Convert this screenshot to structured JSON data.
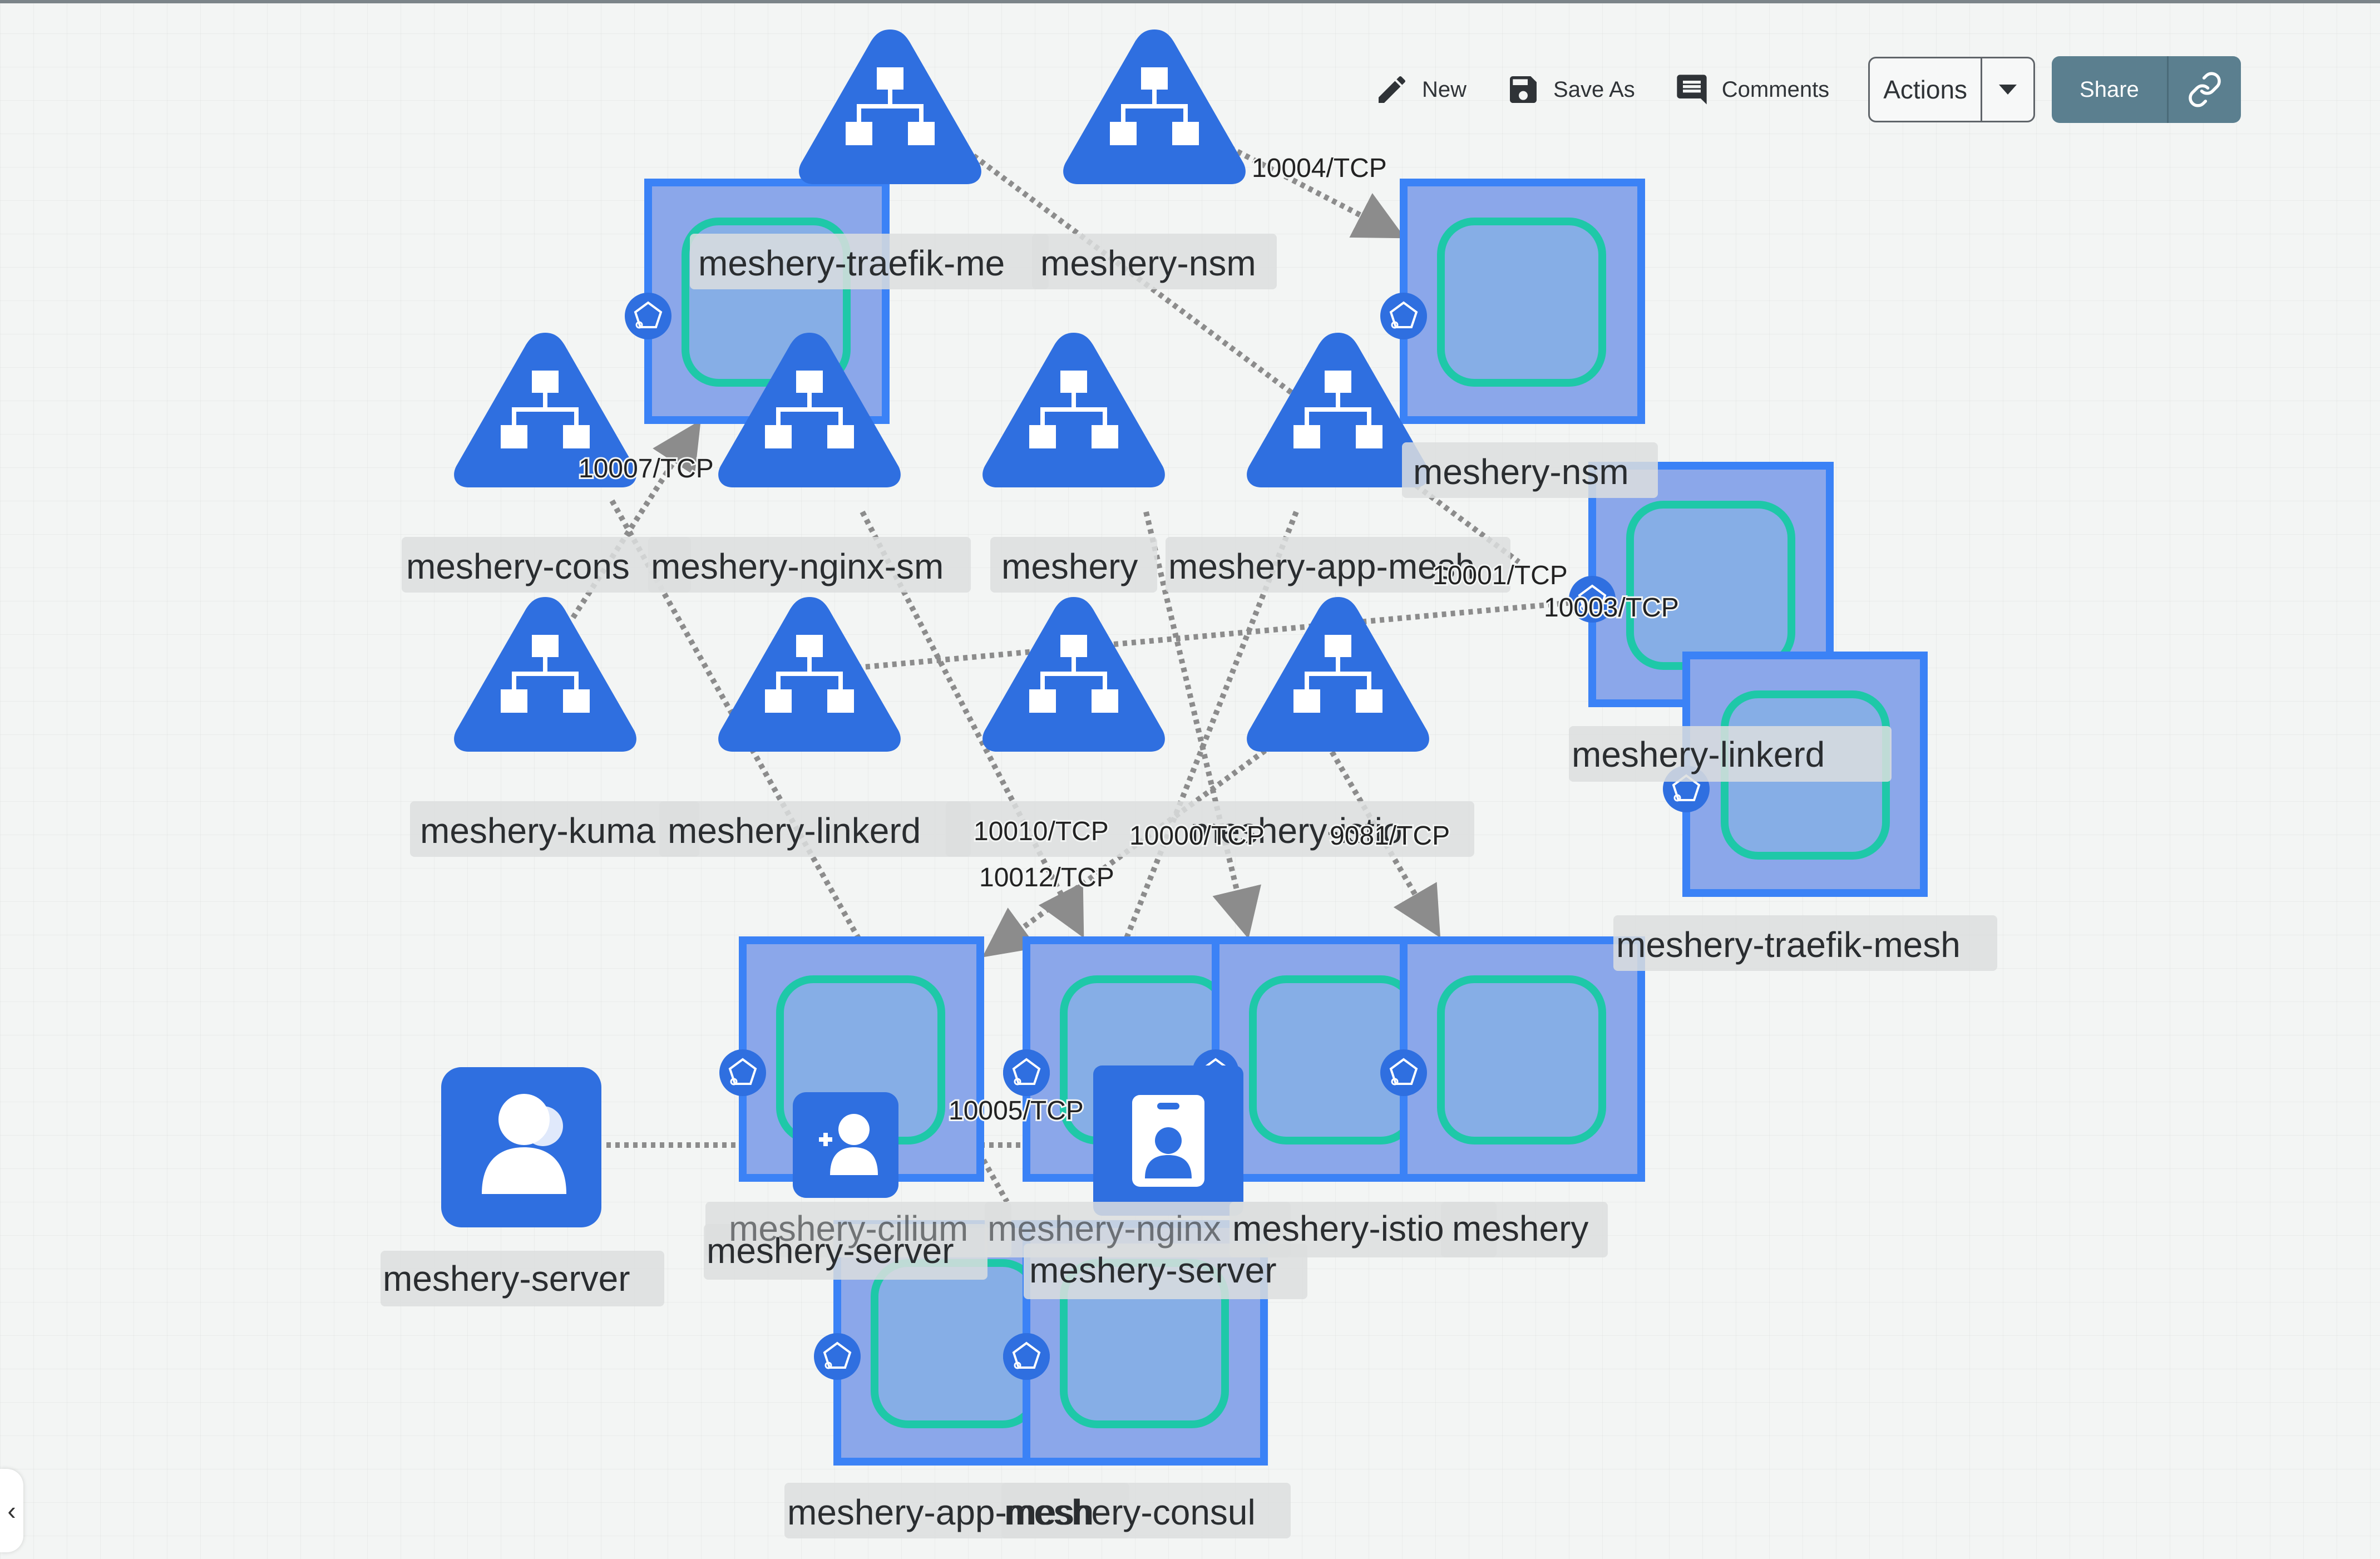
{
  "toolbar": {
    "new_label": "New",
    "save_as_label": "Save As",
    "comments_label": "Comments",
    "actions_label": "Actions",
    "share_label": "Share",
    "icons": [
      "pencil-icon",
      "save-icon",
      "comment-icon",
      "chevron-down-icon",
      "link-icon"
    ]
  },
  "colors": {
    "node_blue": "#2f6fe0",
    "container_fill": "#8ba7ea",
    "container_border": "#3b82f6",
    "pod_border": "#1ec8a8",
    "edge": "#8c8c8c",
    "label_bg": "#dcdede"
  },
  "service_labels": [
    "meshery-traefik-me",
    "meshery-nsm",
    "meshery-cons",
    "meshery-nginx-sm",
    "meshery",
    "meshery-app-mesh",
    "meshery-kuma",
    "meshery-linkerd",
    "meshery-istio"
  ],
  "deployment_labels": [
    "meshery-nsm",
    "meshery-linkerd",
    "meshery-traefik-mesh",
    "meshery-cilium",
    "meshery-nginx",
    "meshery-istio",
    "meshery",
    "meshery-app-mesh",
    "meshery-consul"
  ],
  "other_labels": {
    "user_node": "meshery-server",
    "sa_node": "meshery-server",
    "cluster_node": "meshery-server"
  },
  "edge_labels": [
    "10004/TCP",
    "10007/TCP",
    "10001/TCP",
    "10003/TCP",
    "10010/TCP",
    "10000/TCP",
    "9081/TCP",
    "10012/TCP",
    "10005/TCP"
  ]
}
